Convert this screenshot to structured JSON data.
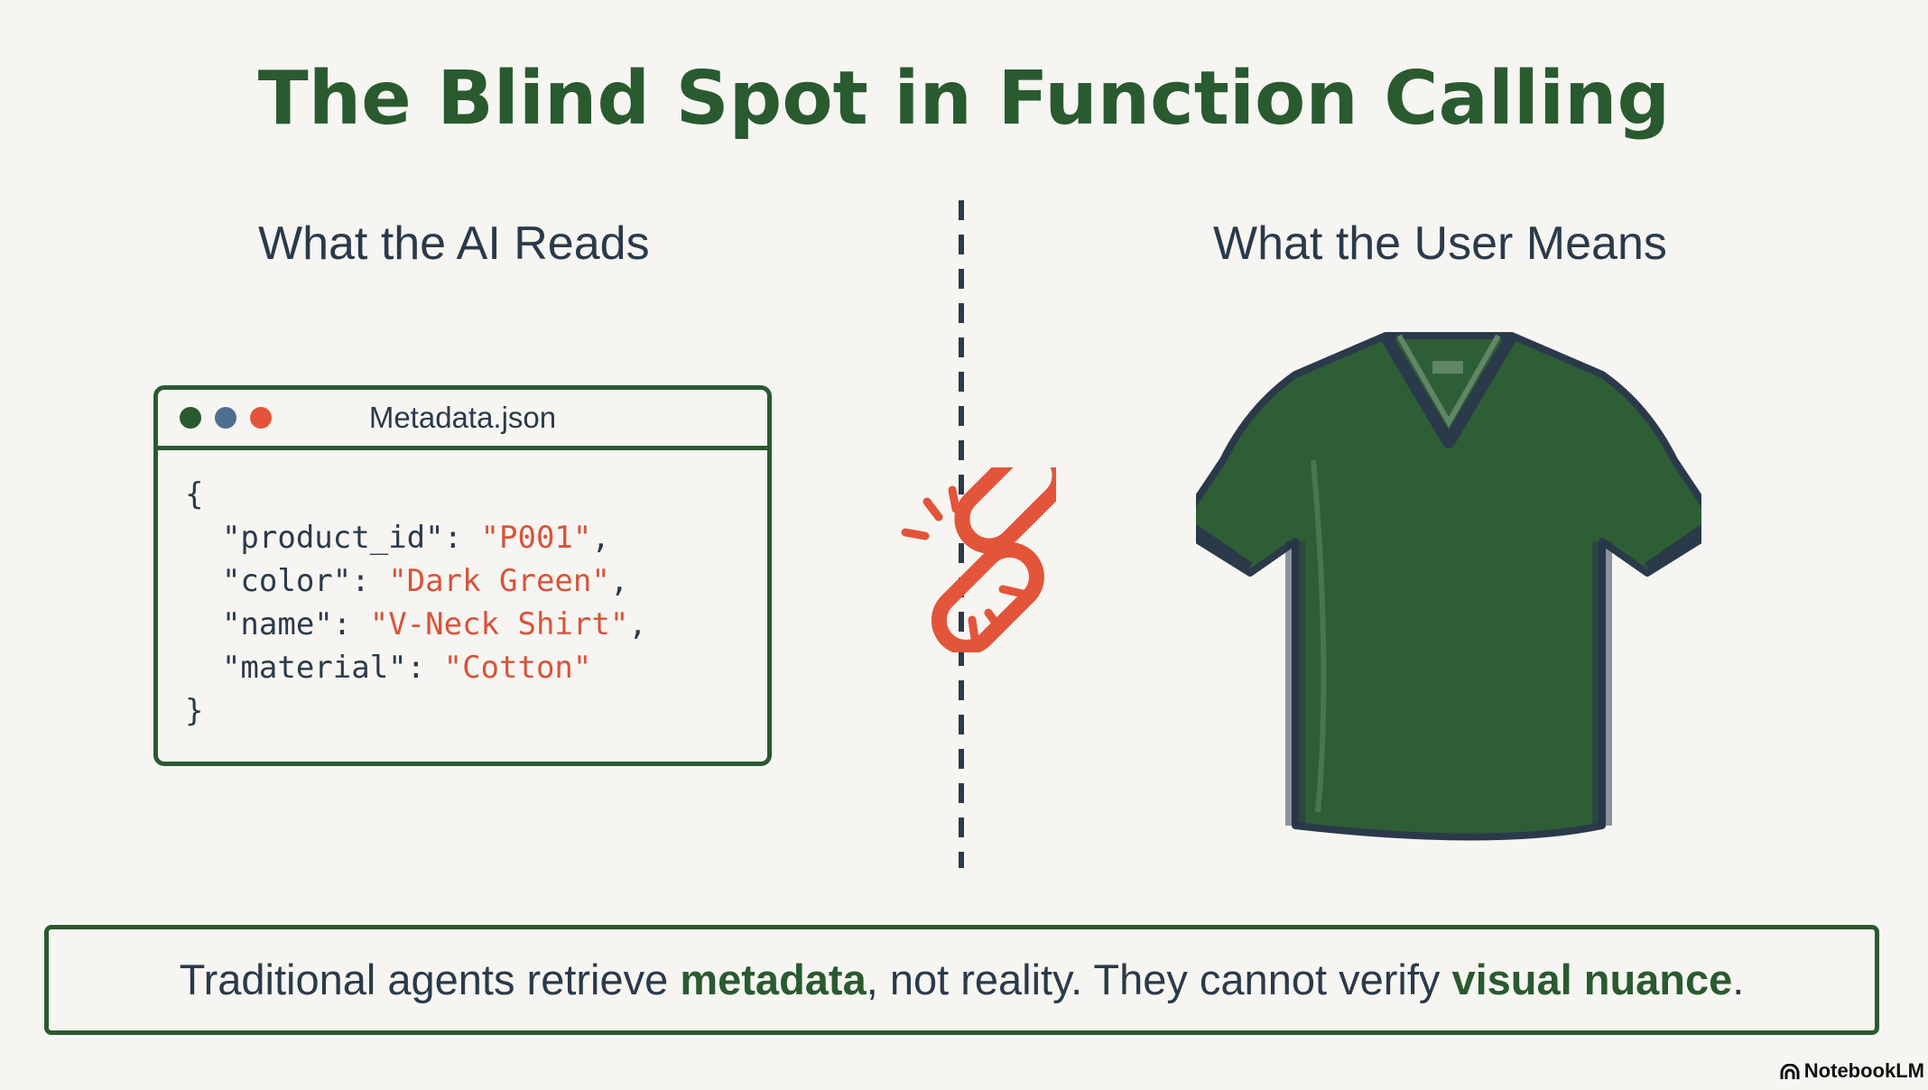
{
  "slide": {
    "title": "The Blind Spot in Function Calling",
    "left_heading": "What the AI Reads",
    "right_heading": "What the User Means"
  },
  "code_window": {
    "filename": "Metadata.json",
    "open_brace": "{",
    "close_brace": "}",
    "fields": [
      {
        "key": "\"product_id\": ",
        "value": "\"P001\"",
        "suffix": ","
      },
      {
        "key": "\"color\": ",
        "value": "\"Dark Green\"",
        "suffix": ","
      },
      {
        "key": "\"name\": ",
        "value": "\"V-Neck Shirt\"",
        "suffix": ","
      },
      {
        "key": "\"material\": ",
        "value": "\"Cotton\"",
        "suffix": ""
      }
    ],
    "dot_colors": [
      "#2a5a30",
      "#4d6f92",
      "#e2553b"
    ]
  },
  "callout": {
    "part1": "Traditional agents retrieve ",
    "emph1": "metadata",
    "part2": ", not reality. They cannot verify ",
    "emph2": "visual nuance",
    "part3": "."
  },
  "brand": "NotebookLM",
  "icons": {
    "broken_link": "broken-link-icon",
    "shirt": "v-neck-shirt-illustration",
    "brand": "notebooklm-logo-icon"
  },
  "colors": {
    "primary_green": "#2a5a30",
    "accent_red": "#e2553b",
    "text_dark": "#2b3a4a",
    "background": "#f6f5f1"
  }
}
